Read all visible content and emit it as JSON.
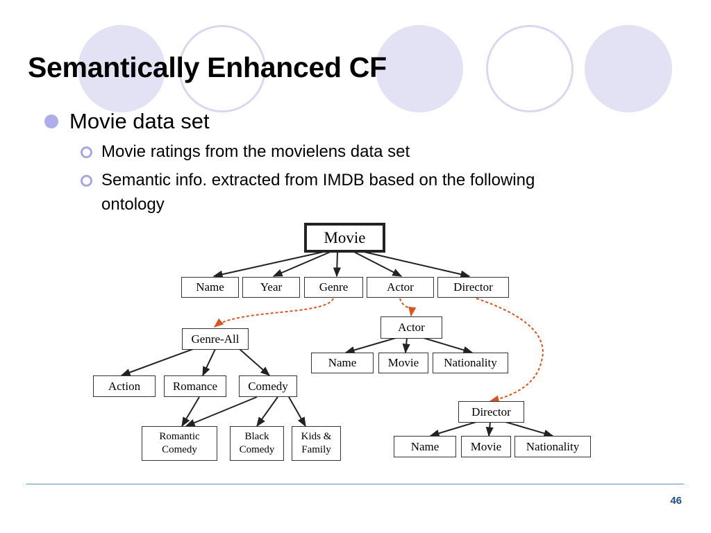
{
  "slide": {
    "title": "Semantically Enhanced CF",
    "bullet1": "Movie data set",
    "sub1": "Movie ratings from the movielens data set",
    "sub2_line1": "Semantic info. extracted from IMDB based on the following",
    "sub2_line2": "ontology",
    "page_number": "46"
  },
  "diagram": {
    "movie": "Movie",
    "attr_name": "Name",
    "attr_year": "Year",
    "attr_genre": "Genre",
    "attr_actor": "Actor",
    "attr_director": "Director",
    "genre_all": "Genre-All",
    "action": "Action",
    "romance": "Romance",
    "comedy": "Comedy",
    "romantic_comedy_1": "Romantic",
    "romantic_comedy_2": "Comedy",
    "black_comedy_1": "Black",
    "black_comedy_2": "Comedy",
    "kids_family_1": "Kids &",
    "kids_family_2": "Family",
    "actor": "Actor",
    "actor_name": "Name",
    "actor_movie": "Movie",
    "actor_nationality": "Nationality",
    "director": "Director",
    "director_name": "Name",
    "director_movie": "Movie",
    "director_nationality": "Nationality",
    "colors": {
      "link": "#d9541e",
      "edge": "#222222"
    }
  }
}
